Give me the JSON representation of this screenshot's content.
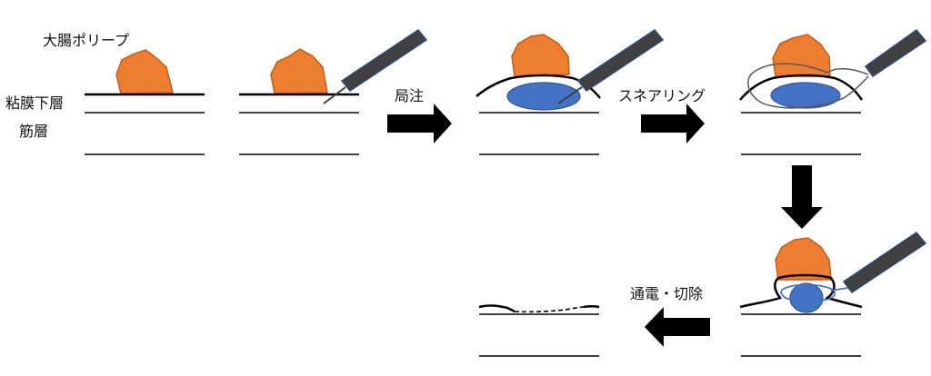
{
  "labels": {
    "polyp": "大腸ポリープ",
    "submucosa": "粘膜下層",
    "muscle": "筋層",
    "injection": "局注",
    "snaring": "スネアリング",
    "cautery": "通電・切除"
  },
  "colors": {
    "polyp": "#ed7d31",
    "polyp_outline": "#c55a11",
    "bleb": "#4472c4",
    "bleb_outline": "#2f528f",
    "instrument": "#404040",
    "instrument_outline": "#2e4a7d",
    "line": "#000000",
    "snare_wire": "#595959",
    "arrow": "#000000"
  }
}
